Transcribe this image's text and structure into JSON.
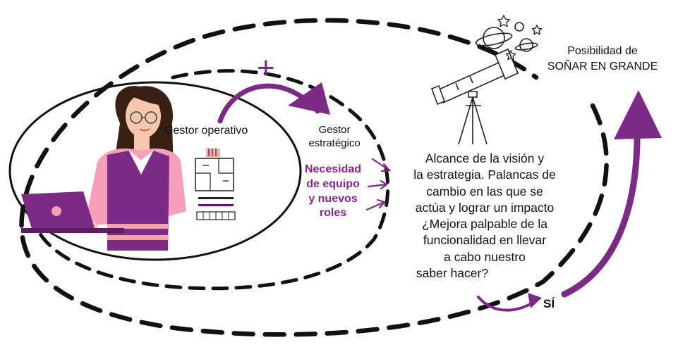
{
  "labels": {
    "gestor_operativo": "Gestor operativo",
    "gestor_estrategico": [
      "Gestor",
      "estratégico"
    ],
    "necesidad": [
      "Necesidad",
      "de equipo",
      "y nuevos",
      "roles"
    ],
    "alcance": [
      "Alcance de la visión y",
      "la estrategia. Palancas de",
      "cambio en las que se",
      "actúa y lograr un impacto",
      "¿Mejora palpable de la",
      "funcionalidad en llevar",
      "a cabo nuestro",
      "saber hacer?"
    ],
    "posibilidad": [
      "Posibilidad de",
      "SOÑAR EN GRANDE"
    ],
    "si": "SÍ",
    "plus": "+"
  },
  "colors": {
    "purple": "#7b2a86",
    "dark_purple": "#5a1d66",
    "pink": "#f4a0b8",
    "skin": "#f6c7a8",
    "hair": "#3a1f14",
    "black": "#111111"
  },
  "icons": [
    "woman-with-laptop-illustration",
    "blueprint-icon",
    "telescope-icon",
    "planets-icon",
    "stars-icon"
  ]
}
